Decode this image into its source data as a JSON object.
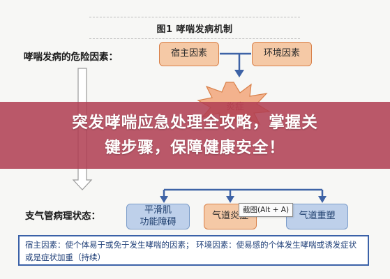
{
  "figure": {
    "title": "图1   哮喘发病机制"
  },
  "left_labels": {
    "risk_factors": "哮喘发病的危险因素：",
    "pathology": "支气管病理状态："
  },
  "top_boxes": [
    {
      "label": "宿主因素"
    },
    {
      "label": "环境因素"
    }
  ],
  "center_burst": {
    "label": "炎症"
  },
  "bottom_boxes": [
    {
      "line1": "平滑肌",
      "line2": "功能障碍"
    },
    {
      "label": "气道炎症"
    },
    {
      "label": "气道重塑"
    }
  ],
  "banner": {
    "line1": "突发哮喘应急处理全攻略，掌握关",
    "line2": "键步骤，保障健康安全！"
  },
  "tooltip": {
    "text": "截图(Alt + A)"
  },
  "note": {
    "text": "宿主因素：使个体易于或免于发生哮喘的因素；  环境因素：使易感的个体发生哮喘或诱发症状或是症状加重（持续）"
  },
  "colors": {
    "orange_fill": "#f5c9a6",
    "orange_border": "#d9814a",
    "blue_fill": "#bed0ea",
    "blue_border": "#7b9cc9",
    "banner": "#b03e52",
    "arrow": "#3e63a6"
  }
}
